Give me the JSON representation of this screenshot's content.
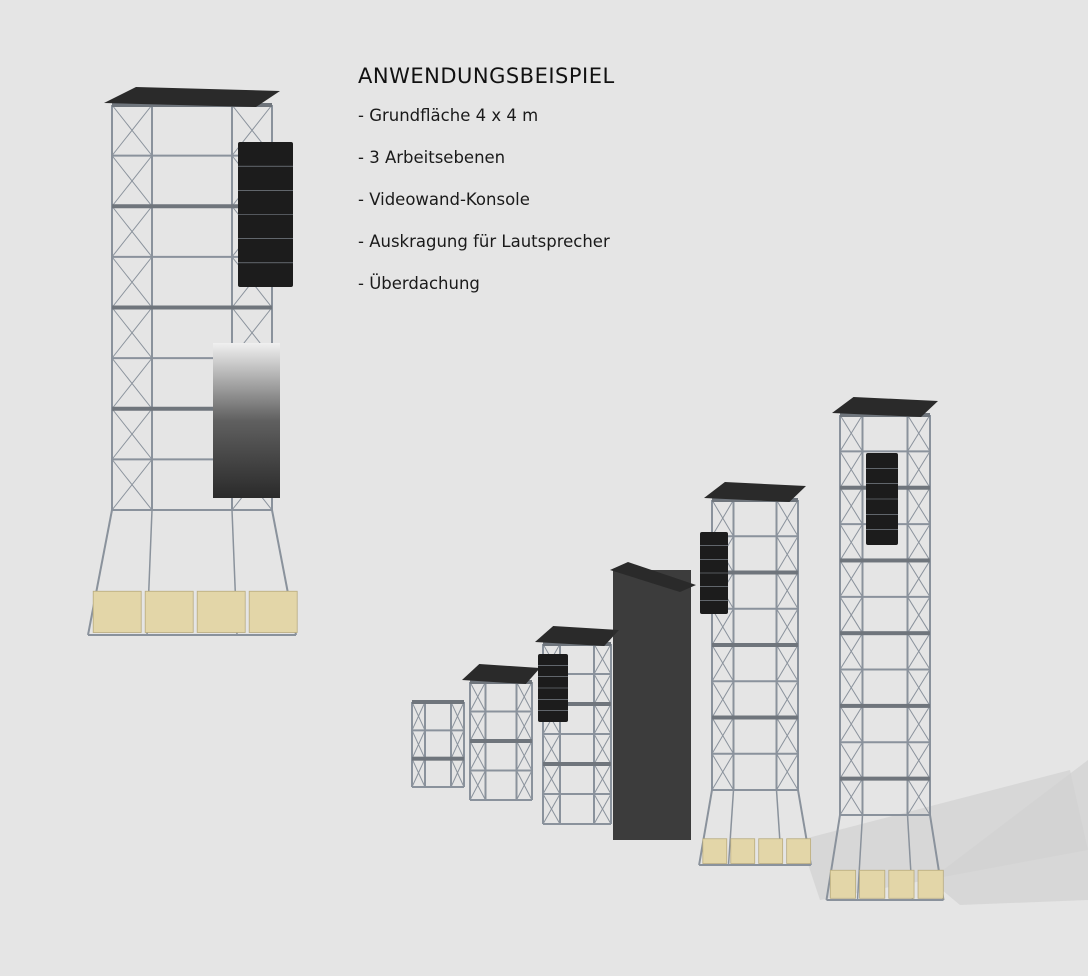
{
  "heading": "ANWENDUNGSBEISPIEL",
  "features": [
    "- Grundfläche 4 x 4 m",
    "- 3 Arbeitsebenen",
    "- Videowand-Konsole",
    "- Auskragung für Lautsprecher",
    "- Überdachung"
  ],
  "colors": {
    "background": "#e5e5e5",
    "scaffold": "#8a929c",
    "roof": "#2a2a2a",
    "ballast": "#e3d6a8",
    "speaker": "#1c1c1c"
  }
}
